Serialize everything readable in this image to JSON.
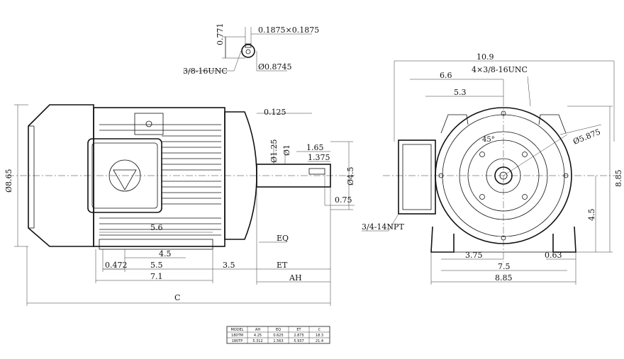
{
  "keyway_detail": {
    "key_size": "0.1875×0.1875",
    "depth": "0.771",
    "thread": "3/8-16UNC",
    "diameter": "Ø0.8745"
  },
  "side_view": {
    "dims": {
      "d_0125": "0.125",
      "d_125": "Ø1.25",
      "d_01": "Ø1",
      "d_165": "1.65",
      "d_1375": "1.375",
      "d_045": "Ø4.5",
      "d_075": "0.75",
      "d_865": "Ø8.65",
      "d_56": "5.6",
      "d_45": "4.5",
      "d_0472": "0.472",
      "d_55": "5.5",
      "d_35": "3.5",
      "d_71": "7.1",
      "d_C": "C",
      "d_EQ": "EQ",
      "d_ET": "ET",
      "d_AH": "AH"
    }
  },
  "front_view": {
    "dims": {
      "d_109": "10.9",
      "d_holes": "4×3/8-16UNC",
      "d_66": "6.6",
      "d_53": "5.3",
      "d_45deg": "45°",
      "d_5875": "Ø5.875",
      "d_885v": "8.85",
      "d_45v": "4.5",
      "d_npt": "3/4-14NPT",
      "d_375": "3.75",
      "d_063": "0.63",
      "d_75": "7.5",
      "d_885h": "8.85"
    }
  },
  "table": {
    "headers": [
      "MODEL",
      "AH",
      "EQ",
      "ET",
      "C"
    ],
    "rows": [
      [
        "180TM",
        "4.25",
        "0.625",
        "2.875",
        "18.3"
      ],
      [
        "180TP",
        "5.312",
        "1.563",
        "5.937",
        "21.4"
      ]
    ]
  }
}
